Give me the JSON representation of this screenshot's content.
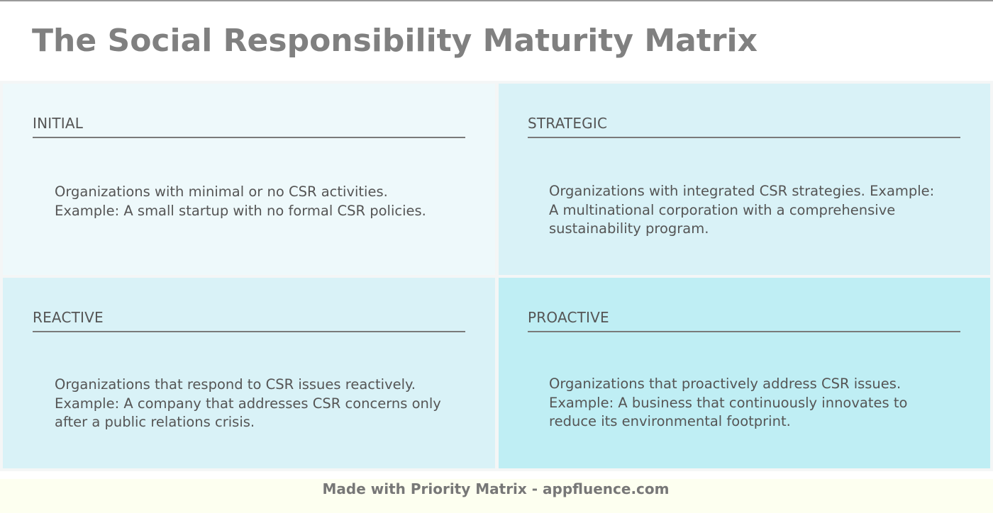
{
  "header": {
    "title": "The Social Responsibility Maturity Matrix"
  },
  "matrix": {
    "quadrants": [
      {
        "id": "initial",
        "title": "INITIAL",
        "body": "Organizations with minimal or no CSR activities. Example: A small startup with no formal CSR policies.",
        "color": "#eef9fb"
      },
      {
        "id": "strategic",
        "title": "STRATEGIC",
        "body": "Organizations with integrated CSR strategies. Example: A multinational corporation with a comprehensive sustainability program.",
        "color": "#d9f2f7"
      },
      {
        "id": "reactive",
        "title": "REACTIVE",
        "body": "Organizations that respond to CSR issues reactively. Example: A company that addresses CSR concerns only after a public relations crisis.",
        "color": "#d9f2f7"
      },
      {
        "id": "proactive",
        "title": "PROACTIVE",
        "body": "Organizations that proactively address CSR issues. Example: A business that continuously innovates to reduce its environmental footprint.",
        "color": "#bfeef4"
      }
    ]
  },
  "footer": {
    "text": "Made with Priority Matrix - appfluence.com"
  }
}
